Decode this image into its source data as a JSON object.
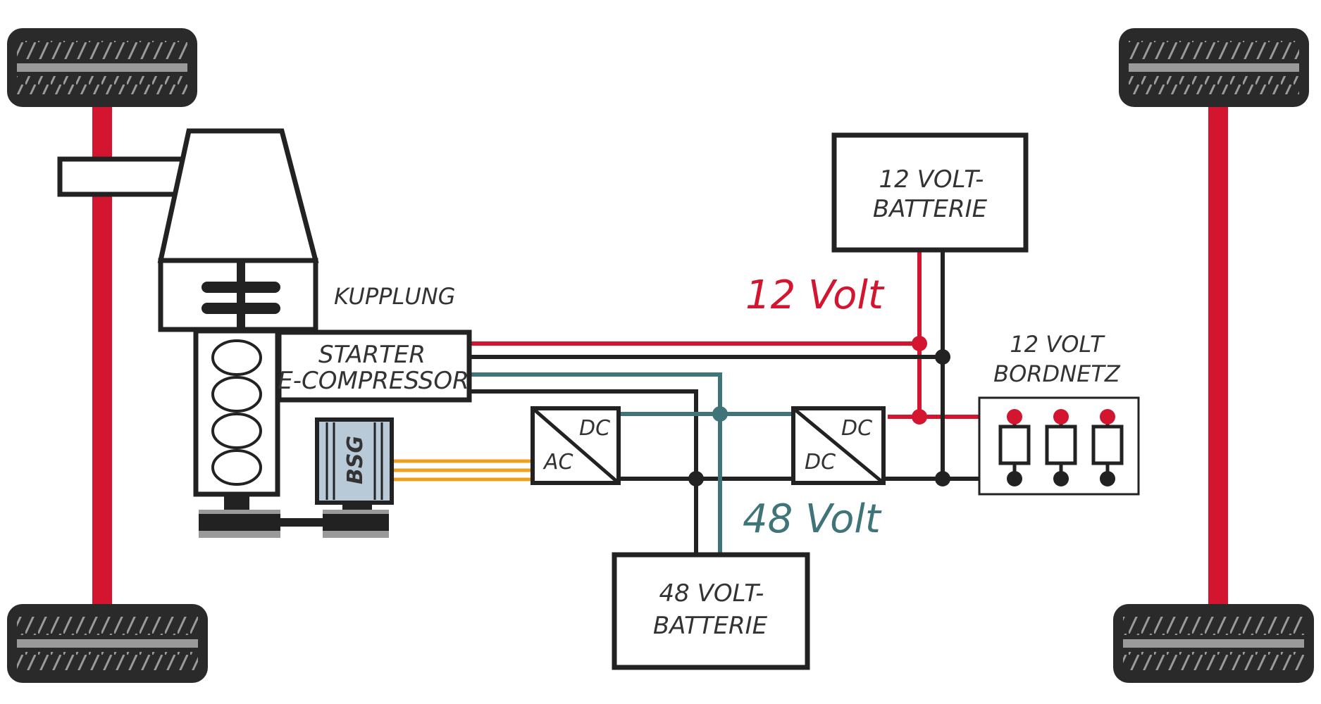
{
  "diagram": {
    "labels": {
      "kupplung": "KUPPLUNG",
      "starter_line1": "STARTER",
      "starter_line2": "E-COMPRESSOR",
      "bsg": "BSG",
      "battery12_line1": "12 VOLT-",
      "battery12_line2": "BATTERIE",
      "battery48_line1": "48 VOLT-",
      "battery48_line2": "BATTERIE",
      "bordnetz_line1": "12 VOLT",
      "bordnetz_line2": "BORDNETZ",
      "volt12": "12 Volt",
      "volt48": "48 Volt",
      "acdc_top": "DC",
      "acdc_bottom": "AC",
      "dcdc_top": "DC",
      "dcdc_bottom": "DC"
    },
    "colors": {
      "line_12v": "#d4152f",
      "line_48v": "#3f7479",
      "line_ground": "#222222",
      "line_bsg": "#f0a020",
      "axle": "#d4152f",
      "bsg_fill": "#b8cad8"
    }
  }
}
